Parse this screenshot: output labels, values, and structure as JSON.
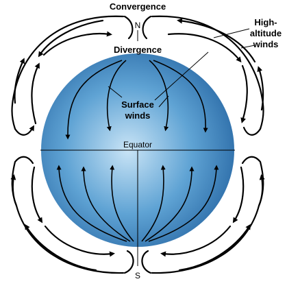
{
  "labels": {
    "convergence": "Convergence",
    "north": "N",
    "divergence": "Divergence",
    "high_altitude_1": "High-",
    "high_altitude_2": "altitude",
    "high_altitude_3": "winds",
    "surface_1": "Surface",
    "surface_2": "winds",
    "equator": "Equator",
    "south": "S"
  },
  "colors": {
    "globe_light": "#bcdcf2",
    "globe_mid": "#5fa3d4",
    "globe_dark": "#2a6aa6",
    "ink": "#000000"
  }
}
